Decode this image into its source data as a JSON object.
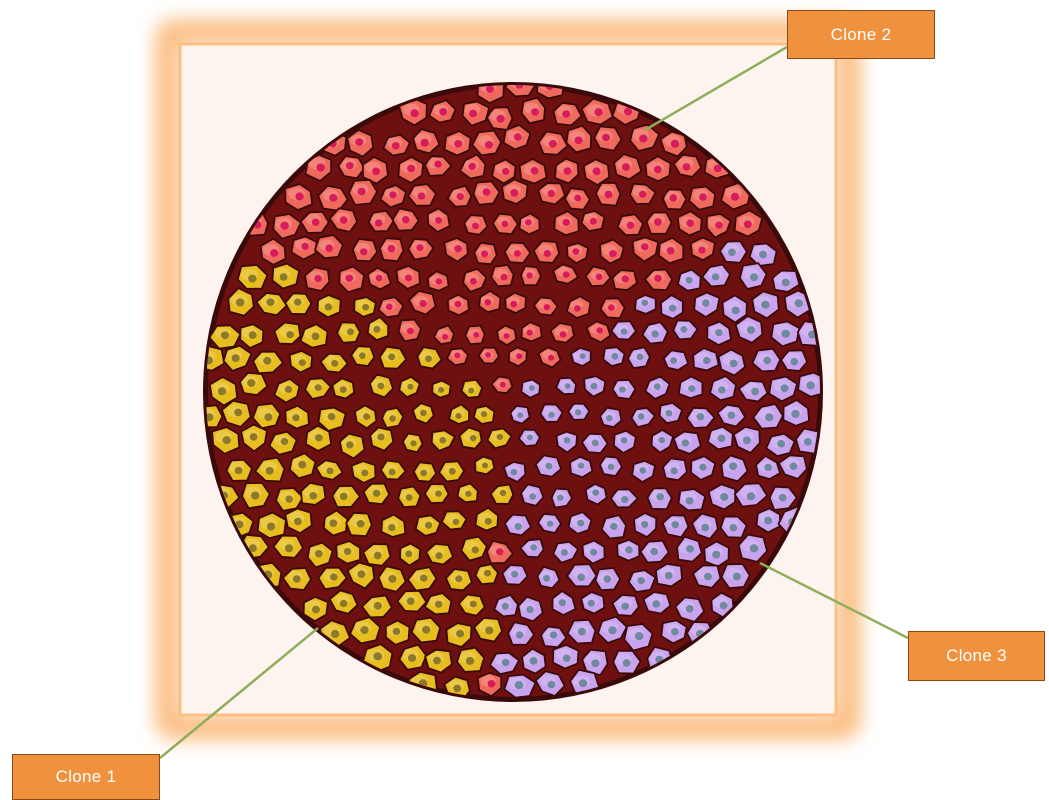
{
  "diagram": {
    "labels": [
      {
        "id": "clone-2",
        "text": "Clone 2",
        "population": "red"
      },
      {
        "id": "clone-3",
        "text": "Clone 3",
        "population": "purple"
      },
      {
        "id": "clone-1",
        "text": "Clone 1",
        "population": "yellow"
      }
    ]
  },
  "colors": {
    "frame_glow": "#fbbf85",
    "frame_inner": "#fdf4ef",
    "tumor_matrix": "#6e1010",
    "cell_outline": "#3a0a0a",
    "clone_red": "#ef6a5c",
    "clone_red_nucleus": "#d81b5a",
    "clone_yellow": "#e7bd1f",
    "clone_yellow_nucleus": "#8c7a2a",
    "clone_purple": "#c9a3ee",
    "clone_purple_nucleus": "#6f8a9e",
    "label_fill": "#f0913e",
    "leader_line": "#8fae5a"
  }
}
